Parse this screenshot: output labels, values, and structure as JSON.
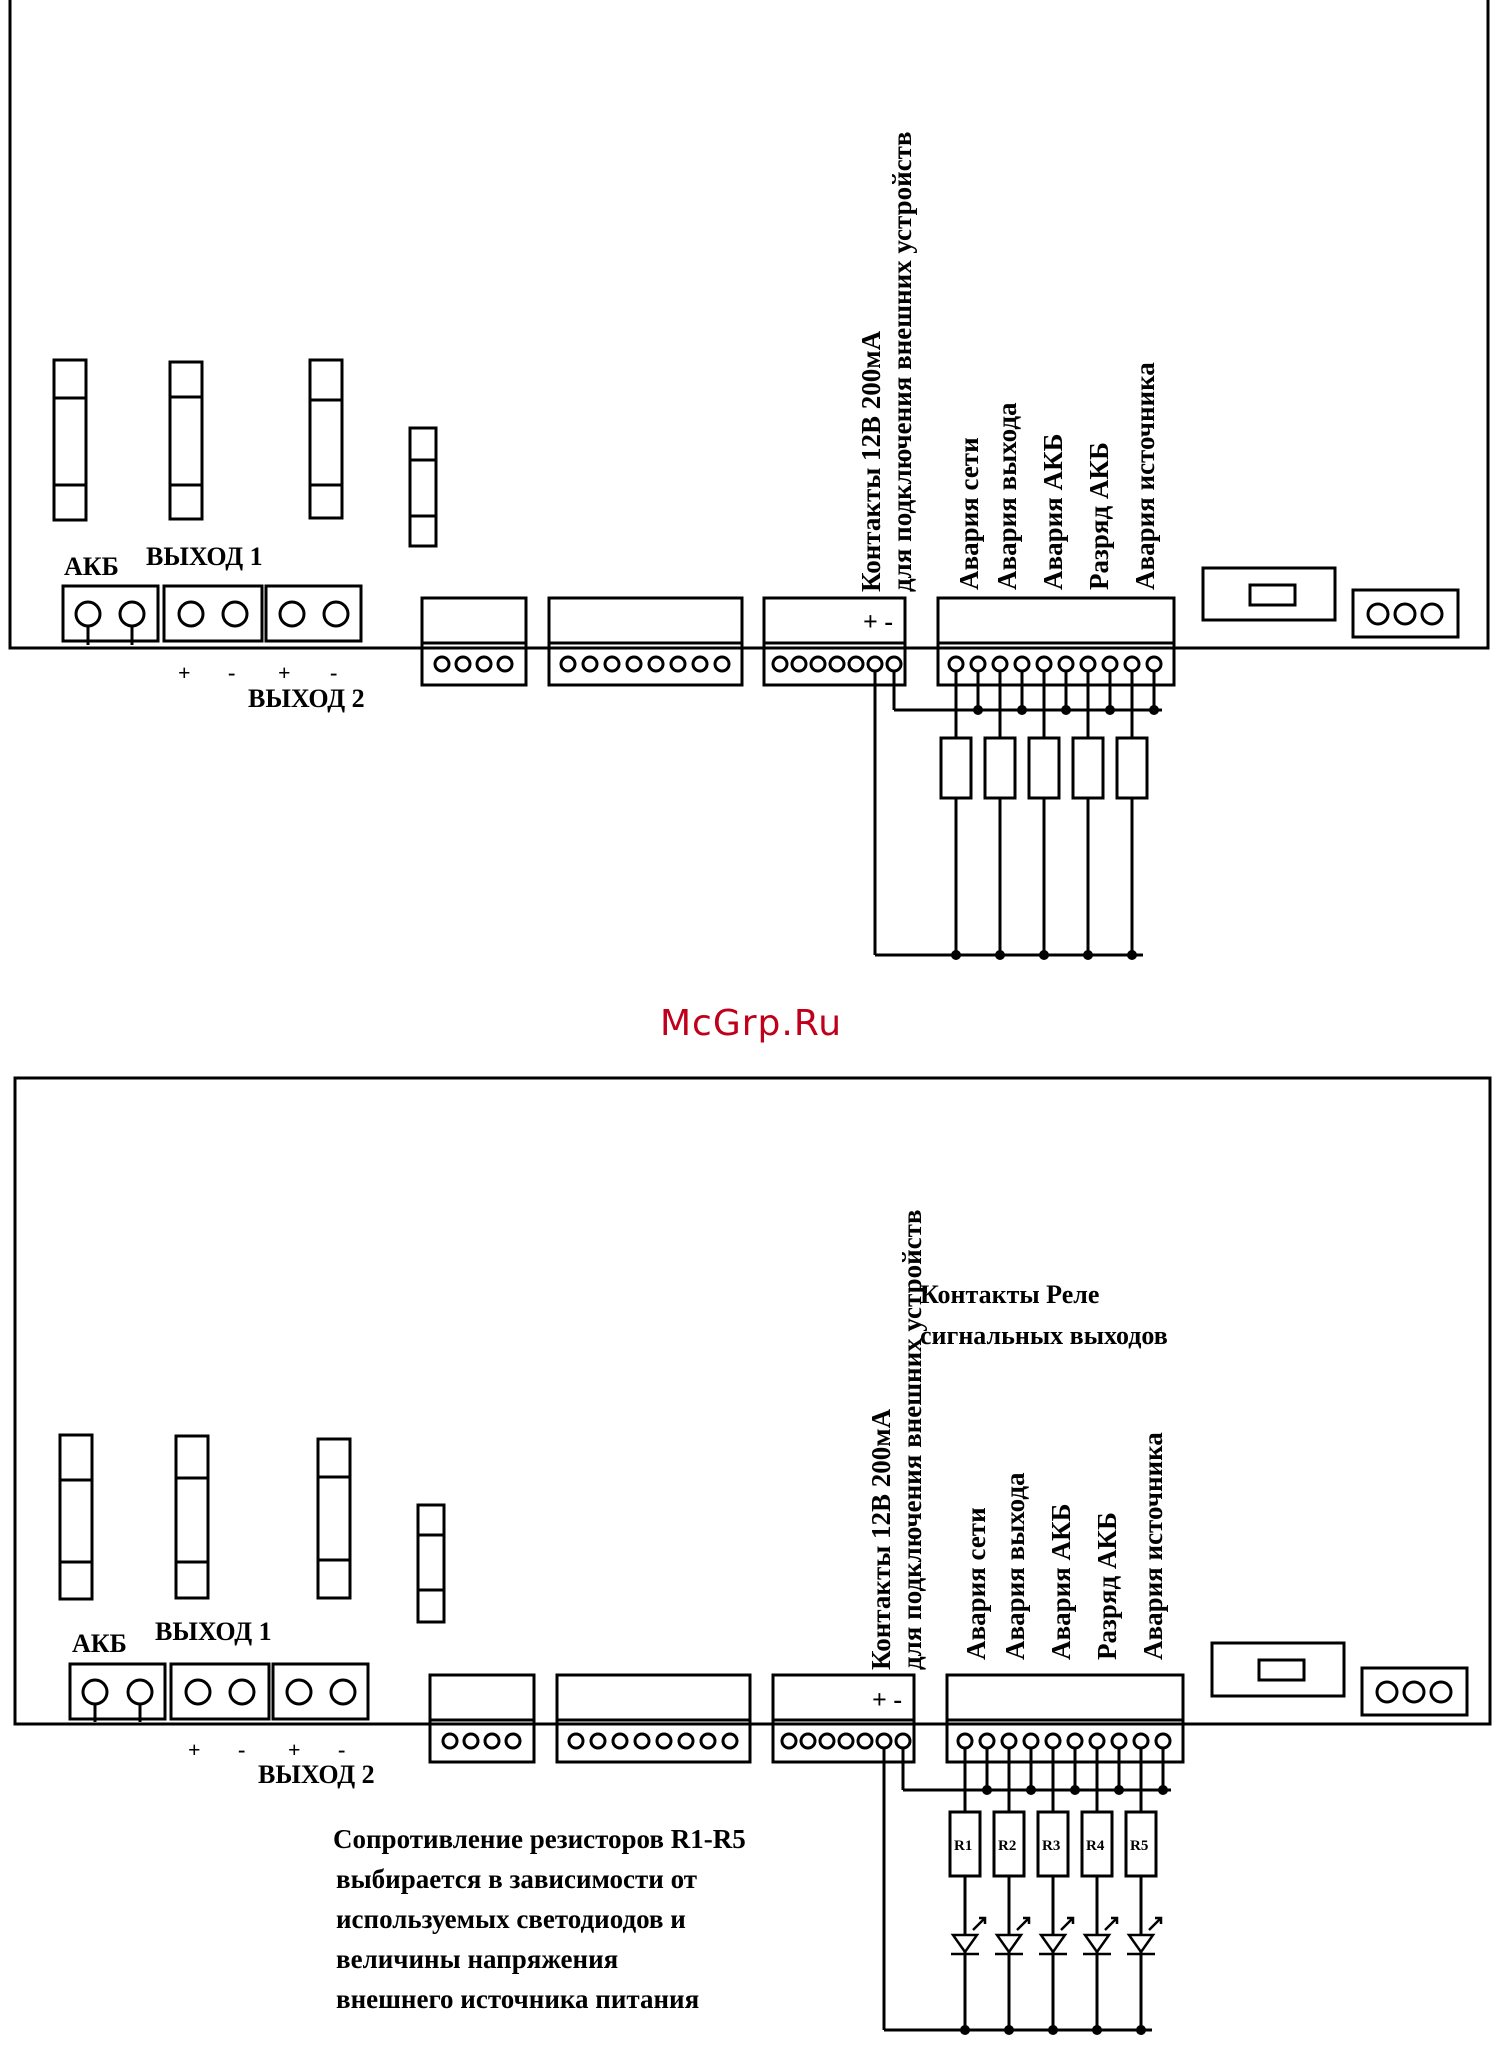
{
  "watermark": "McGrp.Ru",
  "labels": {
    "akb": "АКБ",
    "output1": "ВЫХОД 1",
    "output2": "ВЫХОД 2",
    "plus": "+",
    "minus": "-",
    "plus_minus": "+ -",
    "contacts_line1": "Контакты 12В 200мА",
    "contacts_line2": "для подключения внешних устройств"
  },
  "signals": [
    "Авария сети",
    "Авария выхода",
    "Авария  АКБ",
    "Разряд АКБ",
    "Авария источника"
  ],
  "relay_heading": {
    "line1": "Контакты Реле",
    "line2": "сигнальных выходов"
  },
  "resistors": [
    "R1",
    "R2",
    "R3",
    "R4",
    "R5"
  ],
  "note_lines": [
    "Сопротивление резисторов R1-R5",
    "выбирается в зависимости от",
    "используемых светодиодов и",
    "величины напряжения",
    "внешнего источника питания"
  ]
}
